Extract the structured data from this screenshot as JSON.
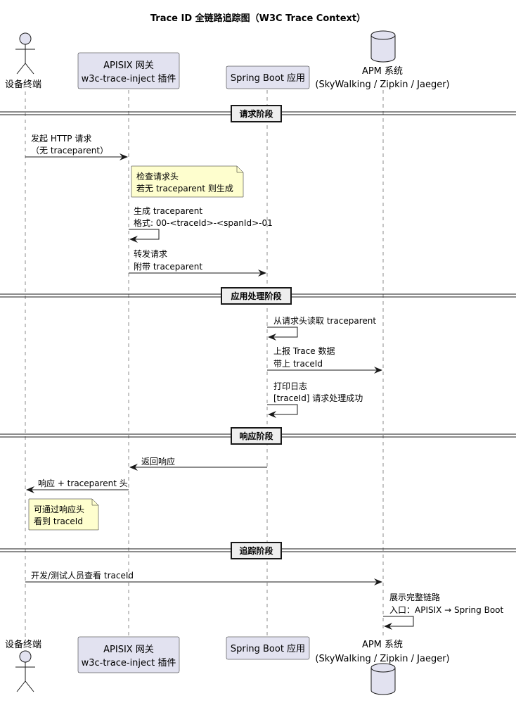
{
  "title": "Trace ID 全链路追踪图（W3C Trace Context）",
  "participants": {
    "device": "设备终端",
    "gateway": [
      "APISIX 网关",
      "w3c-trace-inject 插件"
    ],
    "app": "Spring Boot 应用",
    "apm": [
      "APM 系统",
      "(SkyWalking / Zipkin / Jaeger)"
    ]
  },
  "phases": [
    "请求阶段",
    "应用处理阶段",
    "响应阶段",
    "追踪阶段"
  ],
  "messages": [
    [
      "发起 HTTP 请求",
      "（无 traceparent）"
    ],
    [
      "生成 traceparent",
      "格式: 00-<traceId>-<spanId>-01"
    ],
    [
      "转发请求",
      "附带 traceparent"
    ],
    [
      "从请求头读取 traceparent"
    ],
    [
      "上报 Trace 数据",
      "带上 traceId"
    ],
    [
      "打印日志",
      "[traceId] 请求处理成功"
    ],
    [
      "返回响应"
    ],
    [
      "响应 + traceparent 头"
    ],
    [
      "开发/测试人员查看 traceId"
    ],
    [
      "展示完整链路",
      "入口：APISIX → Spring Boot"
    ]
  ],
  "notes": [
    [
      "检查请求头",
      "若无 traceparent 则生成"
    ],
    [
      "可通过响应头",
      "看到 traceId"
    ]
  ],
  "colors": {
    "participant_fill": "#e2e2f0",
    "participant_border": "#181818",
    "note_fill": "#fefece",
    "lifeline": "#181818"
  }
}
